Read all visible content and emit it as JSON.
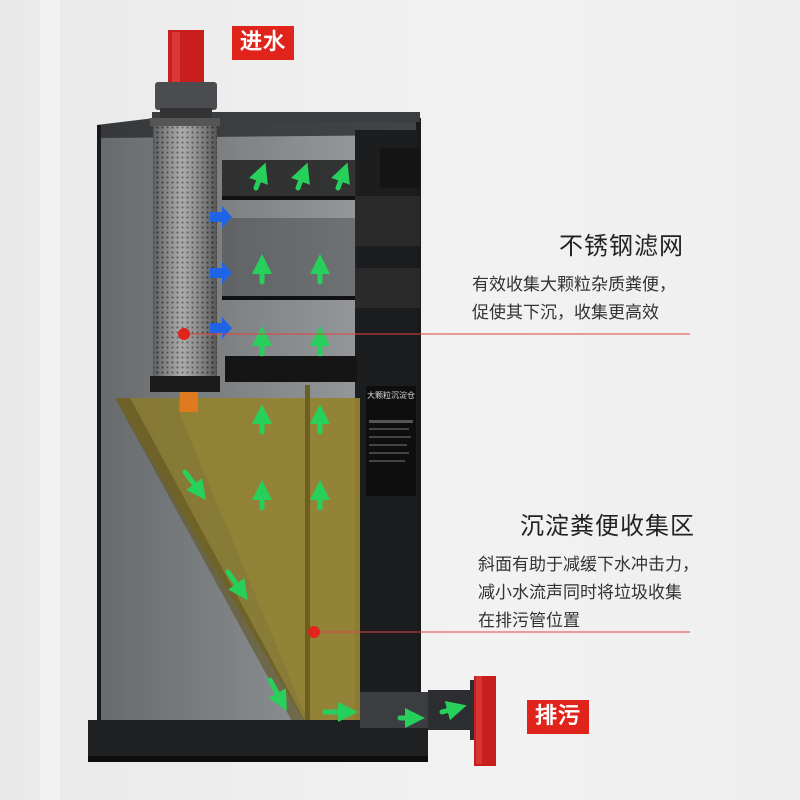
{
  "labels": {
    "inlet": "进水",
    "drain": "排污"
  },
  "callouts": [
    {
      "title": "不锈钢滤网",
      "lines": [
        "有效收集大颗粒杂质粪便，",
        "促使其下沉，收集更高效"
      ]
    },
    {
      "title": "沉淀粪便收集区",
      "lines": [
        "斜面有助于减缓下水冲击力，",
        "减小水流声同时将垃圾收集",
        "在排污管位置"
      ]
    }
  ],
  "panel_heading": "大颗粒沉淀仓",
  "colors": {
    "tag_red": "#e0231b",
    "arrow_green": "#27d05a",
    "arrow_blue": "#1f63e6",
    "sediment": "#8a7a2c",
    "pipe_red": "#c81e1e",
    "glass": "#2b2f33"
  },
  "icons": [
    "flow-arrow-up-icon",
    "flow-arrow-right-icon",
    "flow-arrow-diagonal-icon",
    "red-dot-marker"
  ]
}
